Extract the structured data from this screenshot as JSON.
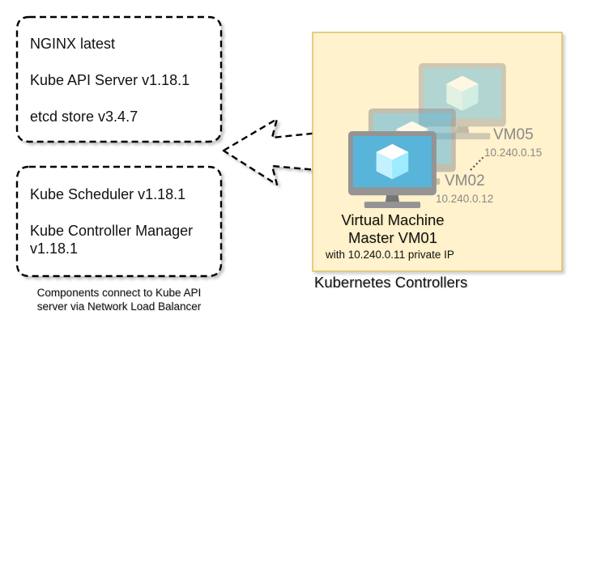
{
  "component_boxes": [
    {
      "lines": [
        "NGINX latest",
        "Kube API Server v1.18.1",
        "etcd store v3.4.7"
      ]
    },
    {
      "lines": [
        "Kube Scheduler v1.18.1",
        "Kube Controller Manager",
        "v1.18.1"
      ]
    }
  ],
  "caption": [
    "Components connect to Kube API",
    "server via Network Load Balancer"
  ],
  "controllers": {
    "title": "Kubernetes Controllers",
    "master": {
      "line1": "Virtual Machine",
      "line2": "Master VM01",
      "ip_note": "with 10.240.0.11 private IP"
    },
    "vms": [
      {
        "name": "VM05",
        "ip": "10.240.0.15"
      },
      {
        "name": "VM02",
        "ip": "10.240.0.12"
      }
    ]
  },
  "colors": {
    "controllers_fill": "#fff2cc",
    "controllers_border": "#d6b656",
    "monitor_screen": "#59b4d9",
    "monitor_frame": "#949494",
    "cube_top": "#ffffff",
    "cube_left": "#c3f1ff",
    "cube_right": "#9cebff",
    "faded_text": "#888888"
  },
  "icons": [
    "virtual-machine-monitor-icon",
    "cube-icon"
  ]
}
